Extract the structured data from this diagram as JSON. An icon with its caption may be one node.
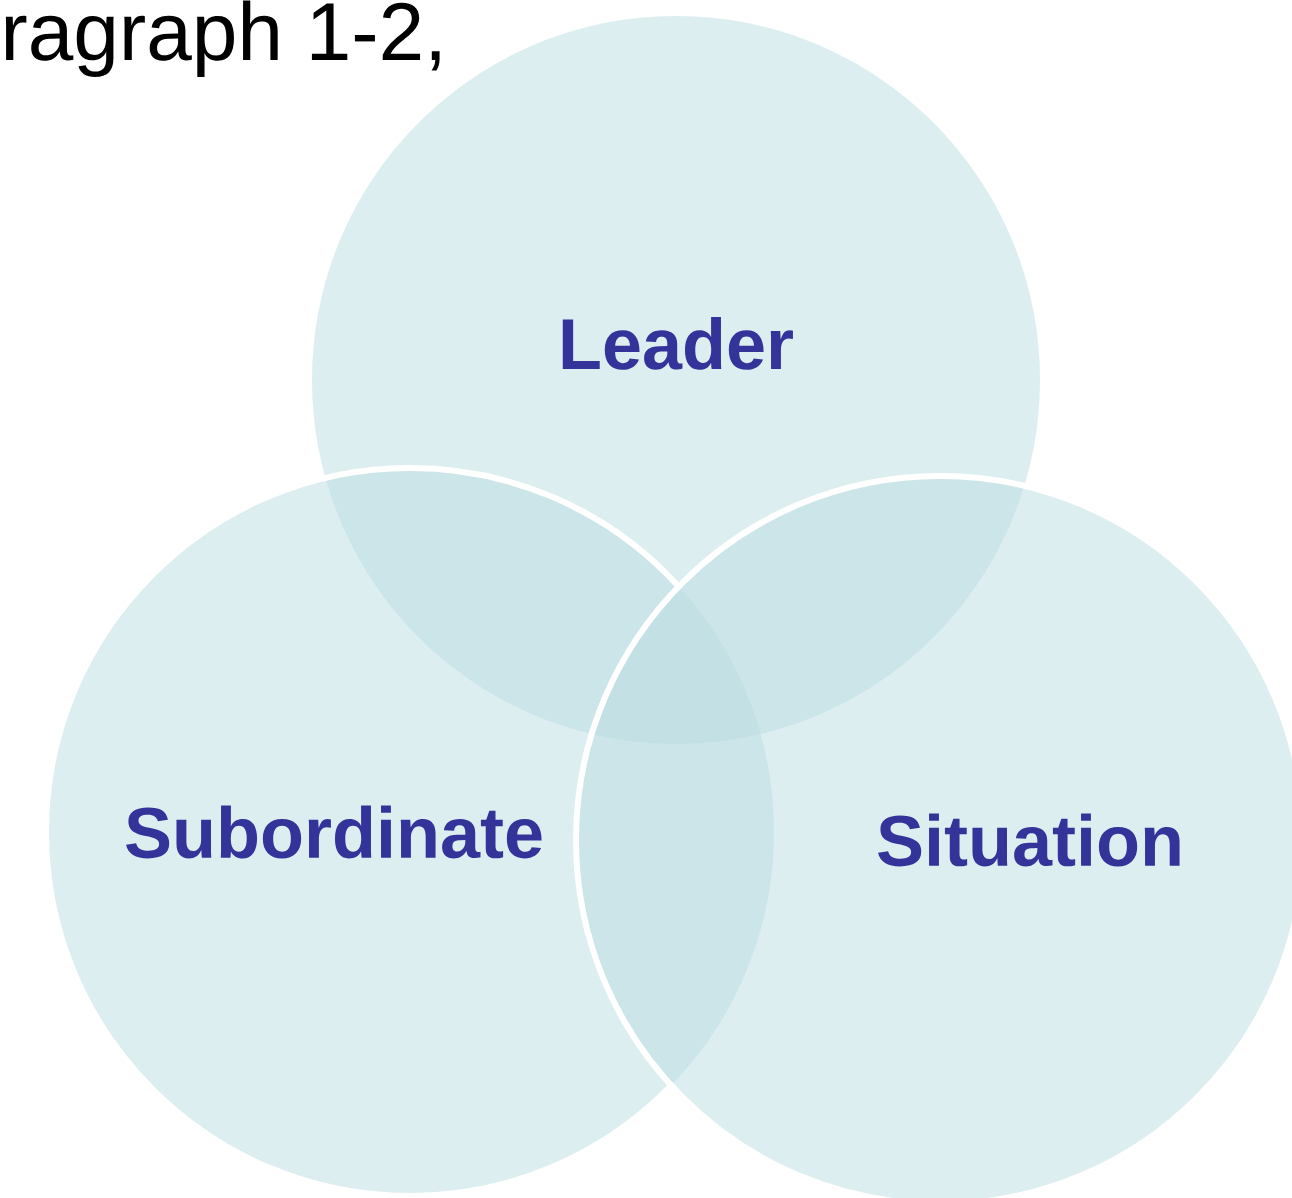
{
  "diagram": {
    "nodes": [
      {
        "text": [
          "Leader"
        ]
      },
      {
        "text": [
          "Subordinate"
        ]
      },
      {
        "text": [
          "Situation"
        ]
      }
    ],
    "labels": [
      "ragraph 1-2,"
    ]
  }
}
